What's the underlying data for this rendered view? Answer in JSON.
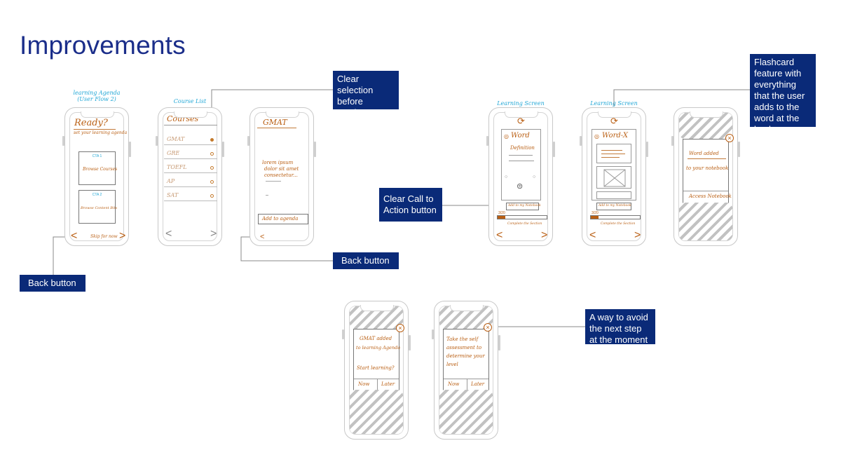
{
  "page": {
    "title": "Improvements"
  },
  "callouts": {
    "clear_selection": "Clear selection before moving forward",
    "back_button_1": "Back button",
    "back_button_2": "Back button",
    "clear_cta": "Clear Call to Action button",
    "flashcard": "Flashcard feature with everything that the user adds to the word at the back",
    "avoid_step": "A way to avoid the next step at the moment"
  },
  "screens": {
    "ready": {
      "caption_line1": "learning Agenda",
      "caption_line2": "(User Flow 2)",
      "heading": "Ready?",
      "subtext": "set your learning agenda",
      "cta1_label": "CTA 1",
      "cta1_text": "Browse Courses",
      "cta2_label": "CTA 2",
      "cta2_text": "Browse Content Bits",
      "skip": "Skip for now",
      "back_glyph": "<",
      "next_glyph": ">"
    },
    "courses": {
      "caption": "Course List",
      "heading": "Courses",
      "items": [
        "GMAT",
        "GRE",
        "TOEFL",
        "AP",
        "SAT"
      ],
      "back_glyph": "<",
      "next_glyph": ">"
    },
    "gmat": {
      "heading": "GMAT",
      "body1": "lorem ipsum",
      "body2": "dolor sit amet",
      "body3": "consectetur...",
      "button": "Add to agenda",
      "back_glyph": "<"
    },
    "learn1": {
      "caption": "Learning Screen",
      "word": "Word",
      "definition": "Definition",
      "cta": "Add to my Notebook",
      "progress": "3/20",
      "footer": "Complete the Section",
      "back_glyph": "<",
      "next_glyph": ">"
    },
    "learn2": {
      "caption": "Learning Screen",
      "word": "Word-X",
      "cta": "Add to my Notebook",
      "progress": "3/20",
      "footer": "Complete the Section",
      "back_glyph": "<",
      "next_glyph": ">"
    },
    "added": {
      "line1": "Word added",
      "line2": "to your notebook",
      "action": "Access Notebook",
      "close_glyph": "×"
    },
    "gmat_added": {
      "line1": "GMAT added",
      "line2": "to learning Agenda",
      "question": "Start learning?",
      "now": "Now",
      "later": "Later",
      "close_glyph": "×"
    },
    "assessment": {
      "line1": "Take the self",
      "line2": "assessment to",
      "line3": "determine your",
      "line4": "level",
      "now": "Now",
      "later": "Later",
      "close_glyph": "×"
    }
  },
  "colors": {
    "title": "#1b2e8a",
    "callout_bg": "#0a2a78",
    "sketch_orange": "#b95e12",
    "caption_cyan": "#22a7d6"
  }
}
